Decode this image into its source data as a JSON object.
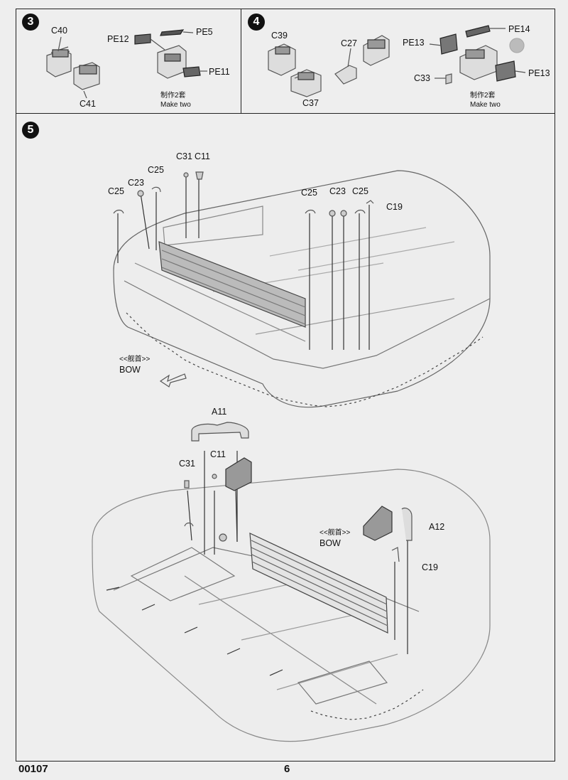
{
  "steps": {
    "s3": {
      "number": "3",
      "parts": {
        "c40": "C40",
        "c41": "C41",
        "pe12": "PE12",
        "pe5": "PE5",
        "pe11": "PE11"
      },
      "note_cn": "制作2套",
      "note_en": "Make two"
    },
    "s4": {
      "number": "4",
      "parts": {
        "c39": "C39",
        "c37": "C37",
        "c27": "C27",
        "pe13a": "PE13",
        "pe14": "PE14",
        "c33": "C33",
        "pe13b": "PE13"
      },
      "note_cn": "制作2套",
      "note_en": "Make two"
    },
    "s5": {
      "number": "5",
      "upper": {
        "c31": "C31",
        "c11": "C11",
        "c25a": "C25",
        "c23a": "C23",
        "c25b": "C25",
        "c25c": "C25",
        "c23b": "C23",
        "c25d": "C25",
        "c19": "C19"
      },
      "bow1_cn": "<<舰首>>",
      "bow1_en": "BOW",
      "lower": {
        "a11": "A11",
        "c11": "C11",
        "c31": "C31",
        "a12": "A12",
        "c19": "C19"
      },
      "bow2_cn": "<<舰首>>",
      "bow2_en": "BOW"
    }
  },
  "footer": {
    "code": "00107",
    "page": "6"
  }
}
